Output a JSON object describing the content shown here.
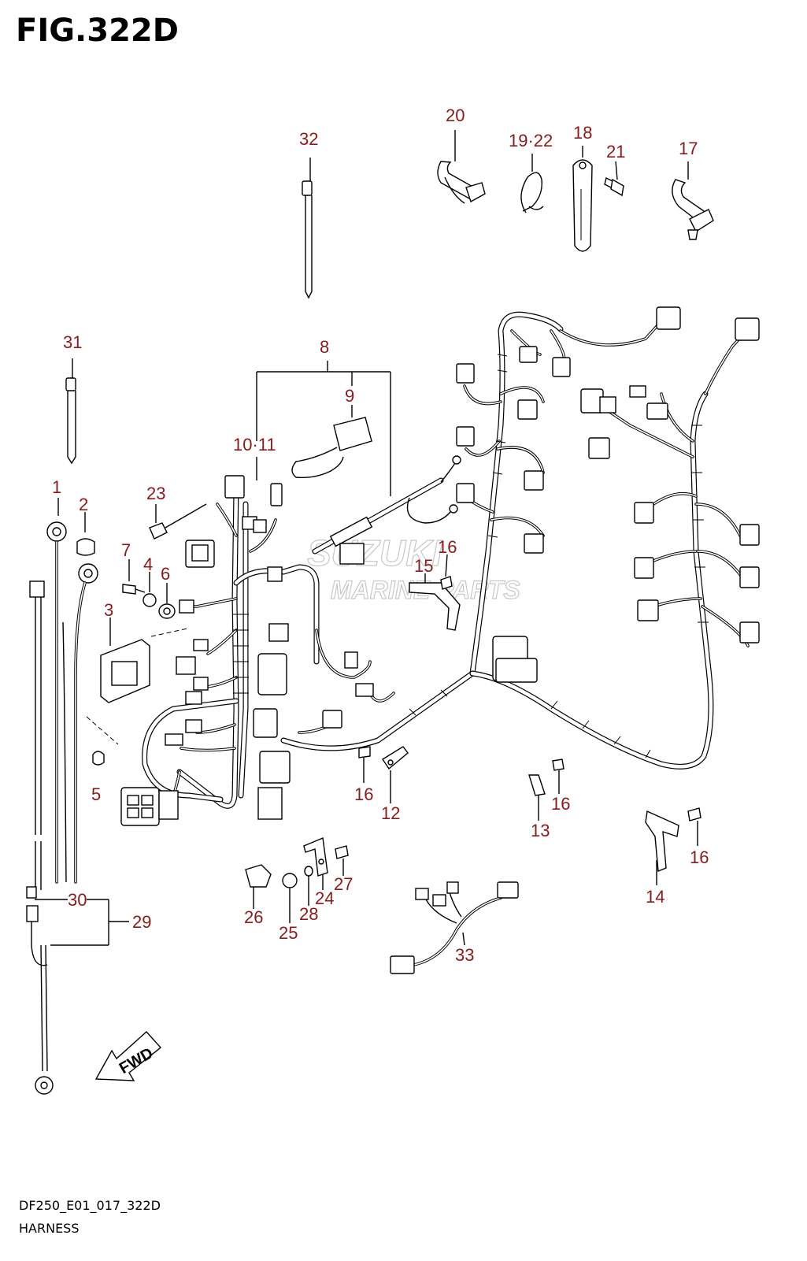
{
  "figure": {
    "title": "FIG.322D",
    "footer_code": "DF250_E01_017_322D",
    "footer_name": "HARNESS",
    "fwd_label": "FWD",
    "watermark_line1": "SUZUKI",
    "watermark_line2": "MARINE PARTS",
    "callout_color": "#8b1a1a"
  },
  "callouts": {
    "c1": "1",
    "c2": "2",
    "c3": "3",
    "c4": "4",
    "c5": "5",
    "c6": "6",
    "c7": "7",
    "c8": "8",
    "c9": "9",
    "c10_11": "10·11",
    "c12": "12",
    "c13": "13",
    "c14": "14",
    "c15": "15",
    "c16a": "16",
    "c16b": "16",
    "c16c": "16",
    "c16d": "16",
    "c17": "17",
    "c18": "18",
    "c19_22": "19·22",
    "c20": "20",
    "c21": "21",
    "c23": "23",
    "c24": "24",
    "c25": "25",
    "c26": "26",
    "c27": "27",
    "c28": "28",
    "c29": "29",
    "c30": "30",
    "c31": "31",
    "c32": "32",
    "c33": "33"
  }
}
